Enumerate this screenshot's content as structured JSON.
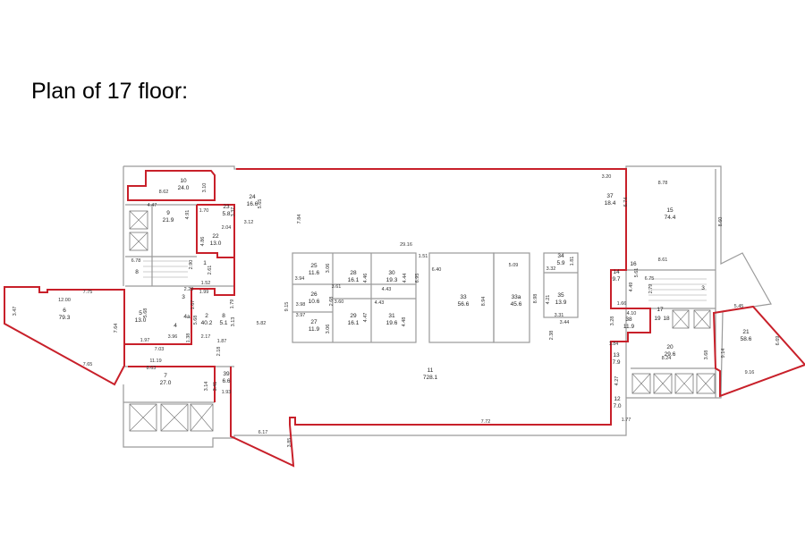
{
  "title": "Plan of 17 floor:",
  "colors": {
    "rented_outline": "#c8202a",
    "walls": "#9a9a9a"
  },
  "rooms": [
    {
      "id": "10",
      "area": "24.0"
    },
    {
      "id": "9",
      "area": "21.9"
    },
    {
      "id": "24",
      "area": "16.6"
    },
    {
      "id": "23",
      "area": "5.8"
    },
    {
      "id": "22",
      "area": "13.0"
    },
    {
      "id": "1",
      "area": ""
    },
    {
      "id": "8",
      "area": ""
    },
    {
      "id": "6",
      "area": "79.3"
    },
    {
      "id": "5",
      "area": "13.0"
    },
    {
      "id": "3",
      "area": ""
    },
    {
      "id": "2",
      "area": "40.2"
    },
    {
      "id": "8",
      "area": "5.1"
    },
    {
      "id": "4",
      "area": ""
    },
    {
      "id": "4a",
      "area": ""
    },
    {
      "id": "7",
      "area": "27.0"
    },
    {
      "id": "39",
      "area": "6.6"
    },
    {
      "id": "25",
      "area": "11.6"
    },
    {
      "id": "28",
      "area": "16.1"
    },
    {
      "id": "30",
      "area": "19.3"
    },
    {
      "id": "26",
      "area": "10.6"
    },
    {
      "id": "29",
      "area": "16.1"
    },
    {
      "id": "31",
      "area": "19.6"
    },
    {
      "id": "27",
      "area": "11.9"
    },
    {
      "id": "33",
      "area": "56.6"
    },
    {
      "id": "33a",
      "area": "45.6"
    },
    {
      "id": "34",
      "area": "5.9"
    },
    {
      "id": "35",
      "area": "13.9"
    },
    {
      "id": "11",
      "area": "728.1"
    },
    {
      "id": "37",
      "area": "18.4"
    },
    {
      "id": "15",
      "area": "74.4"
    },
    {
      "id": "16",
      "area": ""
    },
    {
      "id": "14",
      "area": "9.7"
    },
    {
      "id": "3",
      "area": ""
    },
    {
      "id": "17",
      "area": ""
    },
    {
      "id": "19",
      "area": ""
    },
    {
      "id": "18",
      "area": ""
    },
    {
      "id": "38",
      "area": "11.9"
    },
    {
      "id": "20",
      "area": "29.6"
    },
    {
      "id": "13",
      "area": "7.9"
    },
    {
      "id": "12",
      "area": "7.0"
    },
    {
      "id": "21",
      "area": "58.6"
    }
  ],
  "dimensions": [
    "8.62",
    "3.10",
    "4.47",
    "4.91",
    "1.70",
    "3.37",
    "2.04",
    "4.86",
    "3.12",
    "5.65",
    "6.78",
    "2.90",
    "2.61",
    "1.52",
    "7.75",
    "12.00",
    "3.47",
    "7.64",
    "7.65",
    "2.28",
    "1.67",
    "1.99",
    "5.68",
    "5.68",
    "1.79",
    "3.96",
    "1.38",
    "1.97",
    "2.17",
    "3.13",
    "1.87",
    "7.03",
    "2.18",
    "11.19",
    "8.63",
    "3.14",
    "3.41",
    "1.93",
    "5.82",
    "6.17",
    "3.85",
    "7.84",
    "29.16",
    "1.51",
    "3.94",
    "3.06",
    "4.46",
    "4.44",
    "6.95",
    "3.61",
    "4.43",
    "2.68",
    "9.15",
    "3.98",
    "3.97",
    "3.60",
    "4.43",
    "4.47",
    "4.48",
    "3.06",
    "6.40",
    "8.94",
    "5.09",
    "8.98",
    "3.32",
    "1.81",
    "4.21",
    "3.31",
    "3.44",
    "2.38",
    "7.72",
    "3.20",
    "6.74",
    "8.78",
    "8.60",
    "8.61",
    "4.49",
    "5.61",
    "6.75",
    "2.79",
    "1.66",
    "4.10",
    "3.28",
    "1.84",
    "8.24",
    "3.68",
    "4.27",
    "1.77",
    "5.45",
    "9.14",
    "6.69",
    "9.16"
  ]
}
